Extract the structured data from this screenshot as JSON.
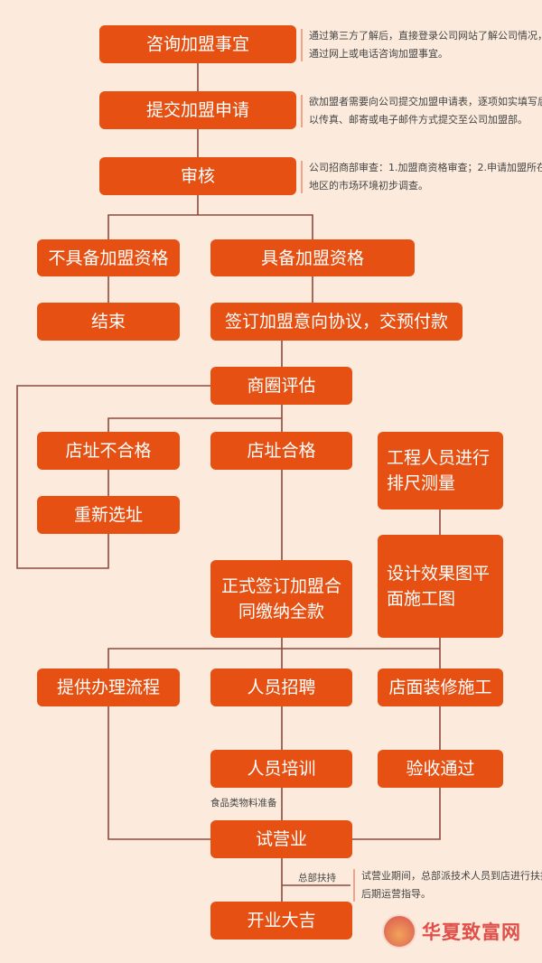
{
  "steps": {
    "consult": "咨询加盟事宜",
    "submit": "提交加盟申请",
    "review": "审核",
    "unqualified": "不具备加盟资格",
    "qualified": "具备加盟资格",
    "end": "结束",
    "sign_intent": "签订加盟意向协议，交预付款",
    "area_eval": "商圈评估",
    "site_fail": "店址不合格",
    "site_pass": "店址合格",
    "measure": "工程人员进行排尺测量",
    "reselect": "重新选址",
    "sign_contract": "正式签订加盟合同缴纳全款",
    "design": "设计效果图平面施工图",
    "process": "提供办理流程",
    "recruit": "人员招聘",
    "decorate": "店面装修施工",
    "training": "人员培训",
    "acceptance": "验收通过",
    "trial": "试营业",
    "opening": "开业大吉"
  },
  "notes": {
    "consult": [
      "通过第三方了解后，直接登录公司网站了解公司情况，",
      "通过网上或电话咨询加盟事宜。"
    ],
    "submit": [
      "欲加盟者需要向公司提交加盟申请表，逐项如实填写后，",
      "以传真、邮寄或电子邮件方式提交至公司加盟部。"
    ],
    "review": [
      "公司招商部审查：1.加盟商资格审查；2.申请加盟所在",
      "地区的市场环境初步调查。"
    ],
    "trial": [
      "试营业期间，总部派技术人员到店进行扶持及",
      "后期运营指导。"
    ]
  },
  "labels": {
    "food_prep": "食品类物料准备",
    "hq_support": "总部扶持"
  },
  "logo": {
    "text": "华夏致富网"
  },
  "colors": {
    "box": "#e65012",
    "line": "#8b4a3c",
    "background": "#fcebdc"
  }
}
